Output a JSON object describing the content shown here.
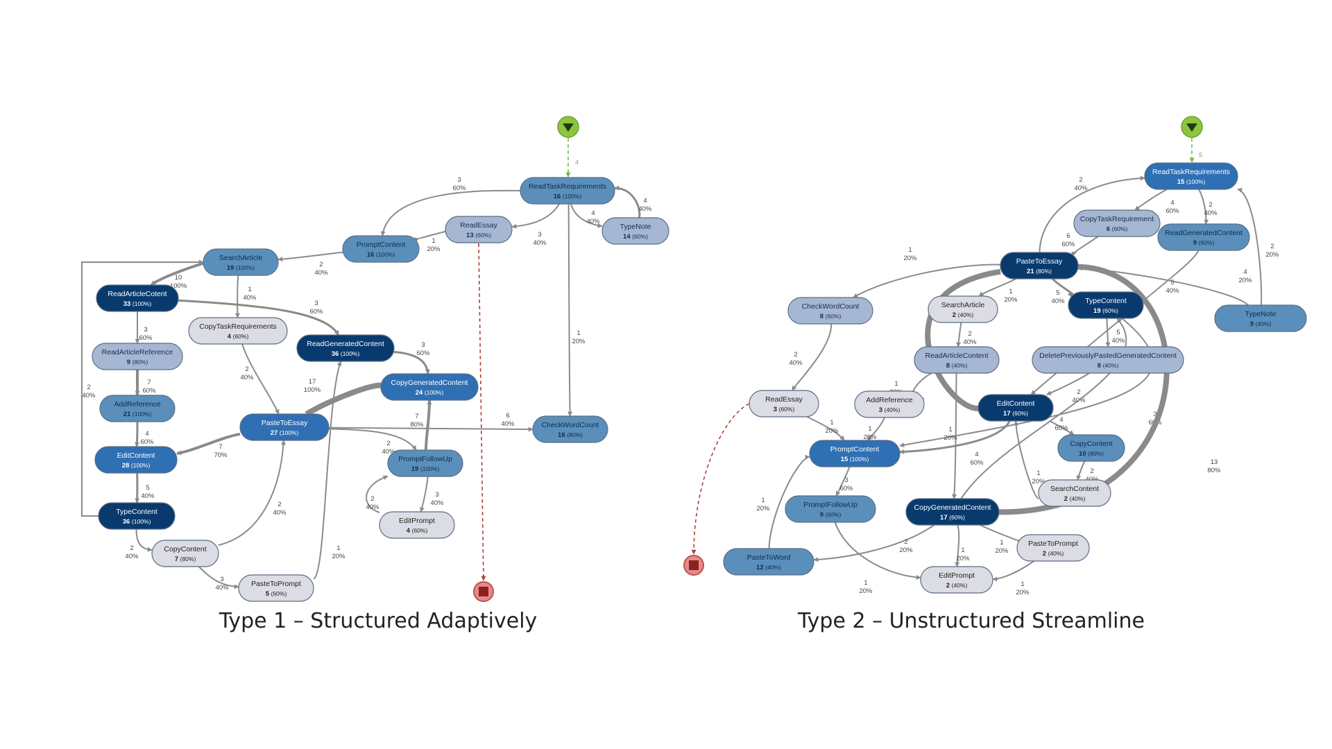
{
  "colors": {
    "level_dark": "#083a6e",
    "level_mid": "#2f6fb3",
    "level_steel": "#5b8fbb",
    "level_pale": "#a6b7d3",
    "level_light": "#dcdce4",
    "edge": "#8a8a8a",
    "start": "#8cc63f",
    "end": "#c0504d"
  },
  "diagrams": [
    {
      "caption": "Type 1 – Structured Adaptively",
      "start": {
        "edge_label": "4"
      },
      "nodes": [
        {
          "id": "ReadTaskRequirements",
          "name": "ReadTaskRequirements",
          "count": "16",
          "pct": "(100%)",
          "level": "steel"
        },
        {
          "id": "ReadEssay",
          "name": "ReadEssay",
          "count": "13",
          "pct": "(60%)",
          "level": "pale"
        },
        {
          "id": "TypeNote",
          "name": "TypeNote",
          "count": "14",
          "pct": "(60%)",
          "level": "pale"
        },
        {
          "id": "PromptContent",
          "name": "PromptContent",
          "count": "16",
          "pct": "(100%)",
          "level": "steel"
        },
        {
          "id": "SearchArticle",
          "name": "SearchArticle",
          "count": "19",
          "pct": "(100%)",
          "level": "steel"
        },
        {
          "id": "ReadArticleCotent",
          "name": "ReadArticleCotent",
          "count": "33",
          "pct": "(100%)",
          "level": "dark"
        },
        {
          "id": "CopyTaskRequirements",
          "name": "CopyTaskRequirements",
          "count": "4",
          "pct": "(60%)",
          "level": "light"
        },
        {
          "id": "ReadArticleReference",
          "name": "ReadArticleReference",
          "count": "9",
          "pct": "(80%)",
          "level": "pale"
        },
        {
          "id": "ReadGeneratedContent",
          "name": "ReadGeneratedContent",
          "count": "36",
          "pct": "(100%)",
          "level": "dark"
        },
        {
          "id": "CopyGeneratedContent",
          "name": "CopyGeneratedContent",
          "count": "24",
          "pct": "(100%)",
          "level": "mid"
        },
        {
          "id": "AddReference",
          "name": "AddReference",
          "count": "21",
          "pct": "(100%)",
          "level": "steel"
        },
        {
          "id": "PasteToEssay",
          "name": "PasteToEssay",
          "count": "27",
          "pct": "(100%)",
          "level": "mid"
        },
        {
          "id": "CheckWordCount",
          "name": "CheckWordCount",
          "count": "16",
          "pct": "(80%)",
          "level": "steel"
        },
        {
          "id": "EditContent",
          "name": "EditContent",
          "count": "28",
          "pct": "(100%)",
          "level": "mid"
        },
        {
          "id": "PromptFollowUp",
          "name": "PromptFollowUp",
          "count": "19",
          "pct": "(100%)",
          "level": "steel"
        },
        {
          "id": "TypeContent",
          "name": "TypeContent",
          "count": "36",
          "pct": "(100%)",
          "level": "dark"
        },
        {
          "id": "EditPrompt",
          "name": "EditPrompt",
          "count": "4",
          "pct": "(60%)",
          "level": "light"
        },
        {
          "id": "CopyContent",
          "name": "CopyContent",
          "count": "7",
          "pct": "(80%)",
          "level": "light"
        },
        {
          "id": "PasteToPrompt",
          "name": "PasteToPrompt",
          "count": "5",
          "pct": "(60%)",
          "level": "light"
        }
      ],
      "edges": [
        {
          "from": "ReadTaskRequirements",
          "to": "PromptContent",
          "count": "3",
          "pct": "60%"
        },
        {
          "from": "ReadTaskRequirements",
          "to": "ReadEssay",
          "count": "3",
          "pct": "40%"
        },
        {
          "from": "ReadTaskRequirements",
          "to": "TypeNote",
          "count": "4",
          "pct": "40%"
        },
        {
          "from": "TypeNote",
          "to": "ReadTaskRequirements",
          "count": "4",
          "pct": "40%"
        },
        {
          "from": "ReadTaskRequirements",
          "to": "CheckWordCount",
          "count": "1",
          "pct": "20%"
        },
        {
          "from": "ReadEssay",
          "to": "PromptContent",
          "count": "1",
          "pct": "20%"
        },
        {
          "from": "PromptContent",
          "to": "SearchArticle",
          "count": "2",
          "pct": "40%"
        },
        {
          "from": "SearchArticle",
          "to": "ReadArticleCotent",
          "count": "10",
          "pct": "100%"
        },
        {
          "from": "SearchArticle",
          "to": "CopyTaskRequirements",
          "count": "1",
          "pct": "40%"
        },
        {
          "from": "ReadArticleCotent",
          "to": "ReadGeneratedContent",
          "count": "3",
          "pct": "60%"
        },
        {
          "from": "ReadArticleCotent",
          "to": "ReadArticleReference",
          "count": "3",
          "pct": "60%"
        },
        {
          "from": "ReadArticleReference",
          "to": "AddReference",
          "count": "7",
          "pct": "60%"
        },
        {
          "from": "CopyTaskRequirements",
          "to": "PasteToEssay",
          "count": "2",
          "pct": "40%"
        },
        {
          "from": "ReadGeneratedContent",
          "to": "CopyGeneratedContent",
          "count": "3",
          "pct": "60%"
        },
        {
          "from": "CopyGeneratedContent",
          "to": "PasteToEssay",
          "count": "17",
          "pct": "100%"
        },
        {
          "from": "AddReference",
          "to": "EditContent",
          "count": "4",
          "pct": "60%"
        },
        {
          "from": "PasteToEssay",
          "to": "EditContent",
          "count": "7",
          "pct": "70%"
        },
        {
          "from": "PasteToEssay",
          "to": "CheckWordCount",
          "count": "6",
          "pct": "40%"
        },
        {
          "from": "PasteToEssay",
          "to": "PromptFollowUp",
          "count": "2",
          "pct": "40%"
        },
        {
          "from": "PromptFollowUp",
          "to": "CopyGeneratedContent",
          "count": "7",
          "pct": "80%"
        },
        {
          "from": "EditContent",
          "to": "TypeContent",
          "count": "5",
          "pct": "40%"
        },
        {
          "from": "TypeContent",
          "to": "AddReference",
          "count": "2",
          "pct": "40%"
        },
        {
          "from": "TypeContent",
          "to": "CopyContent",
          "count": "2",
          "pct": "40%"
        },
        {
          "from": "CopyContent",
          "to": "PasteToEssay",
          "count": "2",
          "pct": "40%"
        },
        {
          "from": "CopyContent",
          "to": "PasteToPrompt",
          "count": "3",
          "pct": "40%"
        },
        {
          "from": "PasteToPrompt",
          "to": "ReadGeneratedContent",
          "count": "1",
          "pct": "20%"
        },
        {
          "from": "PromptFollowUp",
          "to": "EditPrompt",
          "count": "3",
          "pct": "40%"
        },
        {
          "from": "EditPrompt",
          "to": "PromptFollowUp",
          "count": "2",
          "pct": "40%"
        }
      ]
    },
    {
      "caption": "Type 2 – Unstructured Streamline",
      "start": {
        "edge_label": "5"
      },
      "nodes": [
        {
          "id": "ReadTaskRequirements",
          "name": "ReadTaskRequirements",
          "count": "15",
          "pct": "(100%)",
          "level": "mid"
        },
        {
          "id": "CopyTaskRequirement",
          "name": "CopyTaskRequirement",
          "count": "6",
          "pct": "(60%)",
          "level": "pale"
        },
        {
          "id": "ReadGeneratedContent",
          "name": "ReadGeneratedContent",
          "count": "9",
          "pct": "(60%)",
          "level": "steel"
        },
        {
          "id": "PasteToEssay",
          "name": "PasteToEssay",
          "count": "21",
          "pct": "(80%)",
          "level": "dark"
        },
        {
          "id": "TypeContent",
          "name": "TypeContent",
          "count": "19",
          "pct": "(60%)",
          "level": "dark"
        },
        {
          "id": "TypeNote",
          "name": "TypeNote",
          "count": "9",
          "pct": "(40%)",
          "level": "steel"
        },
        {
          "id": "CheckWordCount",
          "name": "CheckWordCount",
          "count": "8",
          "pct": "(60%)",
          "level": "pale"
        },
        {
          "id": "SearchArticle",
          "name": "SearchArticle",
          "count": "2",
          "pct": "(40%)",
          "level": "light"
        },
        {
          "id": "ReadArticleContent",
          "name": "ReadArticleContent",
          "count": "8",
          "pct": "(40%)",
          "level": "pale"
        },
        {
          "id": "DeletePreviouslyPastedGeneratedContent",
          "name": "DeletePreviouslyPastedGeneratedContent",
          "count": "8",
          "pct": "(40%)",
          "level": "pale"
        },
        {
          "id": "ReadEssay",
          "name": "ReadEssay",
          "count": "3",
          "pct": "(60%)",
          "level": "light"
        },
        {
          "id": "AddReference",
          "name": "AddReference",
          "count": "3",
          "pct": "(40%)",
          "level": "light"
        },
        {
          "id": "EditContent",
          "name": "EditContent",
          "count": "17",
          "pct": "(60%)",
          "level": "dark"
        },
        {
          "id": "PromptContent",
          "name": "PromptContent",
          "count": "15",
          "pct": "(100%)",
          "level": "mid"
        },
        {
          "id": "CopyContent",
          "name": "CopyContent",
          "count": "10",
          "pct": "(80%)",
          "level": "steel"
        },
        {
          "id": "SearchContent",
          "name": "SearchContent",
          "count": "2",
          "pct": "(40%)",
          "level": "light"
        },
        {
          "id": "PromptFollowUp",
          "name": "PromptFollowUp",
          "count": "9",
          "pct": "(60%)",
          "level": "steel"
        },
        {
          "id": "CopyGeneratedContent",
          "name": "CopyGeneratedContent",
          "count": "17",
          "pct": "(60%)",
          "level": "dark"
        },
        {
          "id": "PasteToPrompt",
          "name": "PasteToPrompt",
          "count": "2",
          "pct": "(40%)",
          "level": "light"
        },
        {
          "id": "PasteToWord",
          "name": "PasteToWord",
          "count": "12",
          "pct": "(40%)",
          "level": "steel"
        },
        {
          "id": "EditPrompt",
          "name": "EditPrompt",
          "count": "2",
          "pct": "(40%)",
          "level": "light"
        }
      ],
      "edges": [
        {
          "from": "PasteToEssay",
          "to": "ReadTaskRequirements",
          "count": "2",
          "pct": "40%"
        },
        {
          "from": "ReadTaskRequirements",
          "to": "CopyTaskRequirement",
          "count": "4",
          "pct": "60%"
        },
        {
          "from": "ReadTaskRequirements",
          "to": "ReadGeneratedContent",
          "count": "2",
          "pct": "40%"
        },
        {
          "from": "TypeNote",
          "to": "ReadTaskRequirements",
          "count": "2",
          "pct": "20%"
        },
        {
          "from": "CopyTaskRequirement",
          "to": "PasteToEssay",
          "count": "6",
          "pct": "60%"
        },
        {
          "from": "ReadGeneratedContent",
          "to": "EditContent",
          "count": "5",
          "pct": "40%"
        },
        {
          "from": "TypeNote",
          "to": "PasteToEssay",
          "count": "4",
          "pct": "20%"
        },
        {
          "from": "PasteToEssay",
          "to": "CheckWordCount",
          "count": "1",
          "pct": "20%"
        },
        {
          "from": "PasteToEssay",
          "to": "SearchArticle",
          "count": "1",
          "pct": "20%"
        },
        {
          "from": "PasteToEssay",
          "to": "TypeContent",
          "count": "5",
          "pct": "40%"
        },
        {
          "from": "PasteToEssay",
          "to": "EditContent",
          "count": "",
          "pct": ""
        },
        {
          "from": "SearchArticle",
          "to": "ReadArticleContent",
          "count": "2",
          "pct": "40%"
        },
        {
          "from": "TypeContent",
          "to": "DeletePreviouslyPastedGeneratedContent",
          "count": "5",
          "pct": "40%"
        },
        {
          "from": "DeletePreviouslyPastedGeneratedContent",
          "to": "EditContent",
          "count": "2",
          "pct": "40%"
        },
        {
          "from": "TypeContent",
          "to": "PromptContent",
          "count": "3",
          "pct": "60%"
        },
        {
          "from": "CheckWordCount",
          "to": "ReadEssay",
          "count": "2",
          "pct": "40%"
        },
        {
          "from": "ReadArticleContent",
          "to": "AddReference",
          "count": "1",
          "pct": "20%"
        },
        {
          "from": "ReadArticleContent",
          "to": "CopyGeneratedContent",
          "count": "1",
          "pct": "20%"
        },
        {
          "from": "ReadEssay",
          "to": "PromptContent",
          "count": "1",
          "pct": "20%"
        },
        {
          "from": "AddReference",
          "to": "PromptContent",
          "count": "1",
          "pct": "20%"
        },
        {
          "from": "EditContent",
          "to": "PromptContent",
          "count": "4",
          "pct": "60%"
        },
        {
          "from": "EditContent",
          "to": "CopyContent",
          "count": "4",
          "pct": "60%"
        },
        {
          "from": "CopyContent",
          "to": "SearchContent",
          "count": "2",
          "pct": "40%"
        },
        {
          "from": "SearchContent",
          "to": "EditContent",
          "count": "1",
          "pct": "20%"
        },
        {
          "from": "PromptContent",
          "to": "PromptFollowUp",
          "count": "3",
          "pct": "60%"
        },
        {
          "from": "CopyGeneratedContent",
          "to": "PasteToEssay",
          "count": "13",
          "pct": "80%"
        },
        {
          "from": "CopyGeneratedContent",
          "to": "TypeContent",
          "count": "",
          "pct": ""
        },
        {
          "from": "CopyGeneratedContent",
          "to": "PasteToPrompt",
          "count": "1",
          "pct": "20%"
        },
        {
          "from": "CopyGeneratedContent",
          "to": "PasteToWord",
          "count": "2",
          "pct": "20%"
        },
        {
          "from": "CopyGeneratedContent",
          "to": "EditPrompt",
          "count": "1",
          "pct": "20%"
        },
        {
          "from": "PasteToPrompt",
          "to": "EditPrompt",
          "count": "1",
          "pct": "20%"
        },
        {
          "from": "PromptFollowUp",
          "to": "EditPrompt",
          "count": "1",
          "pct": "20%"
        },
        {
          "from": "PasteToWord",
          "to": "PromptContent",
          "count": "1",
          "pct": "20%"
        }
      ]
    }
  ]
}
